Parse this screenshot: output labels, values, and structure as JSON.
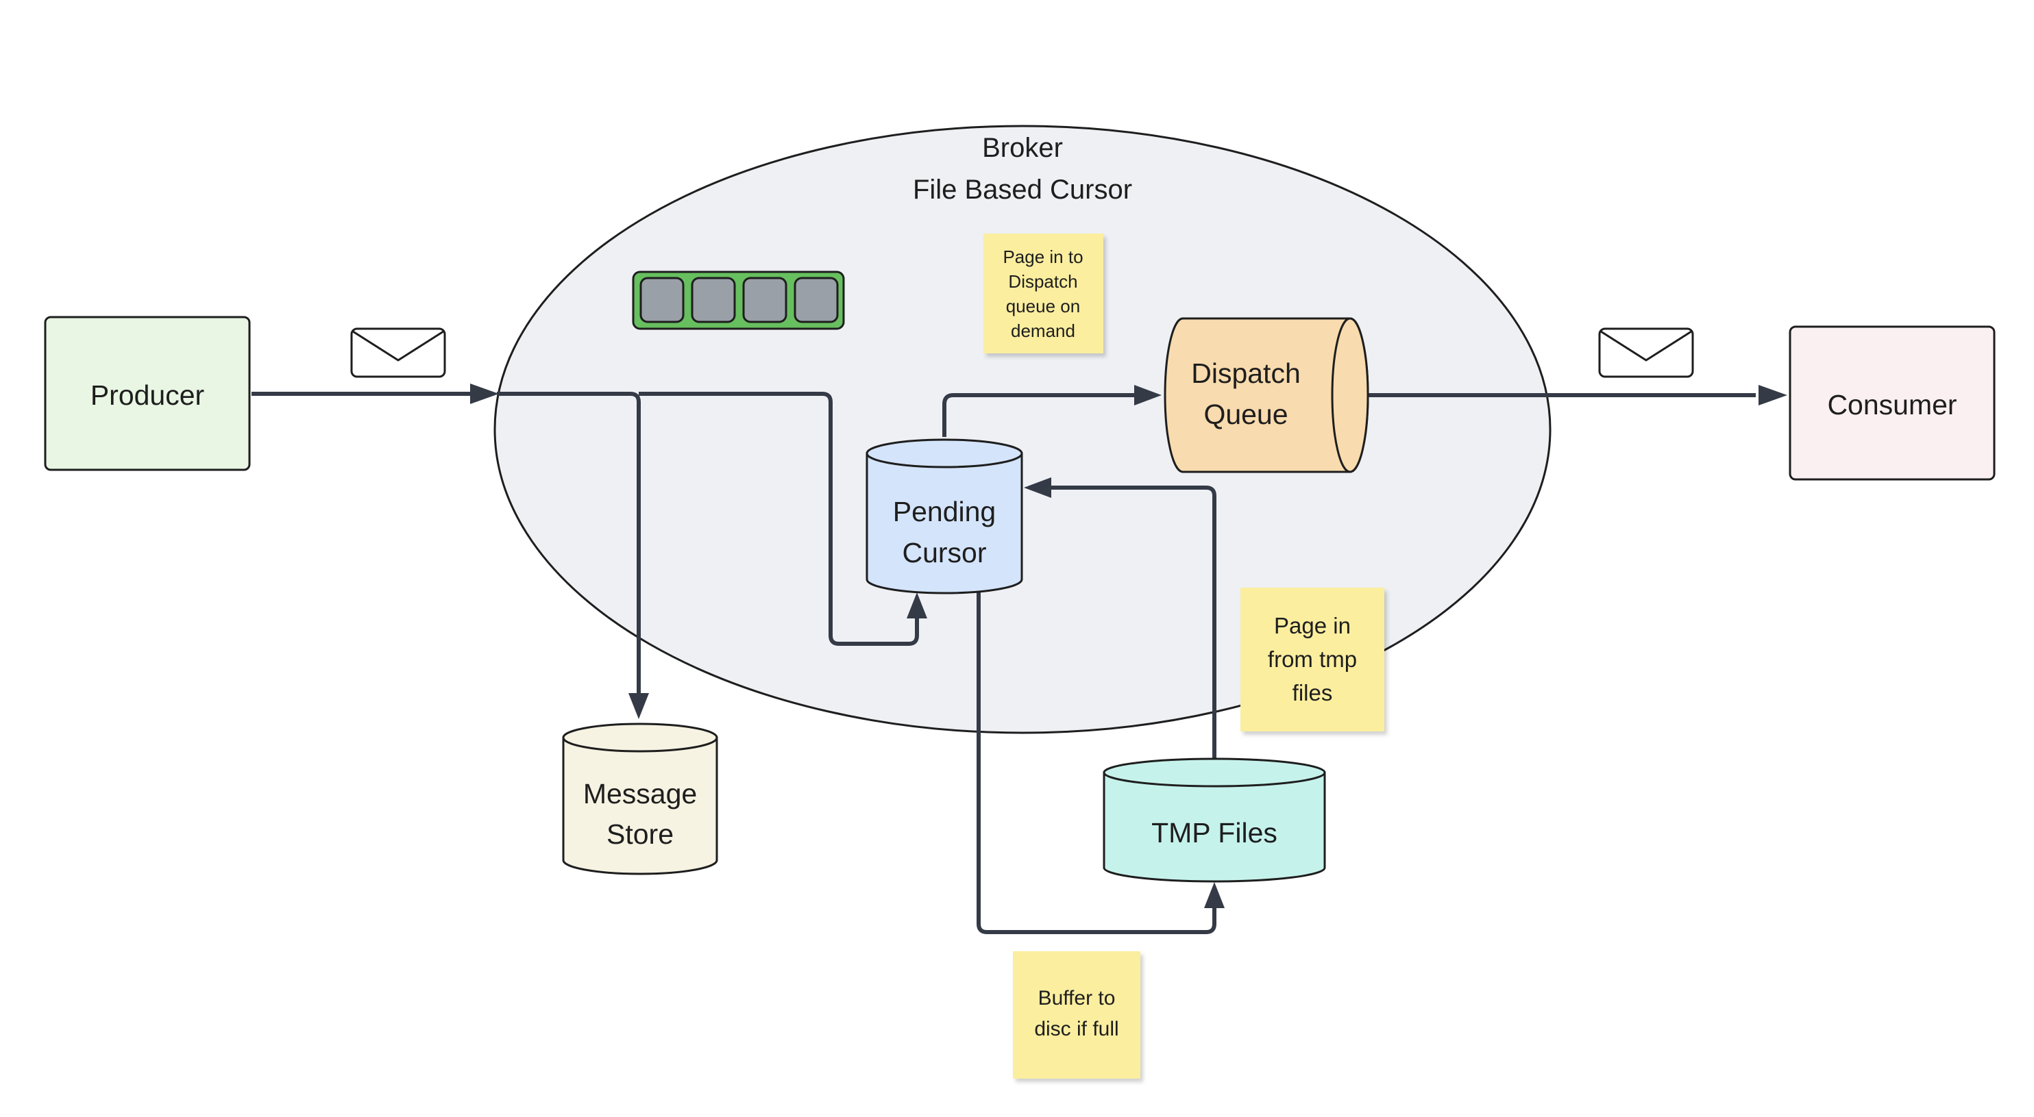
{
  "diagram": {
    "broker": {
      "title_line1": "Broker",
      "title_line2": "File Based Cursor",
      "fill": "#eef0f4"
    },
    "producer": {
      "label": "Producer",
      "fill": "#e8f6e3"
    },
    "consumer": {
      "label": "Consumer",
      "fill": "#fbf0f1"
    },
    "message_store": {
      "line1": "Message",
      "line2": "Store",
      "fill": "#f6f3e3"
    },
    "pending_cursor": {
      "line1": "Pending",
      "line2": "Cursor",
      "fill": "#d4e4fb"
    },
    "dispatch_queue": {
      "line1": "Dispatch",
      "line2": "Queue",
      "fill": "#f8dbae"
    },
    "tmp_files": {
      "label": "TMP Files",
      "fill": "#c6f2ec"
    },
    "message_buffer": {
      "slots": 4,
      "frame_fill": "#67bf5f",
      "slot_fill": "#9aa0a8"
    },
    "notes": {
      "page_in_dispatch": [
        "Page in to",
        "Dispatch",
        "queue on",
        "demand"
      ],
      "page_in_tmp": [
        "Page in",
        "from tmp",
        "files"
      ],
      "buffer_to_disc": [
        "Buffer to",
        "disc if full"
      ],
      "fill": "#fbee9f"
    },
    "icons": [
      "envelope-icon",
      "envelope-icon"
    ],
    "line_color": "#343a46"
  }
}
